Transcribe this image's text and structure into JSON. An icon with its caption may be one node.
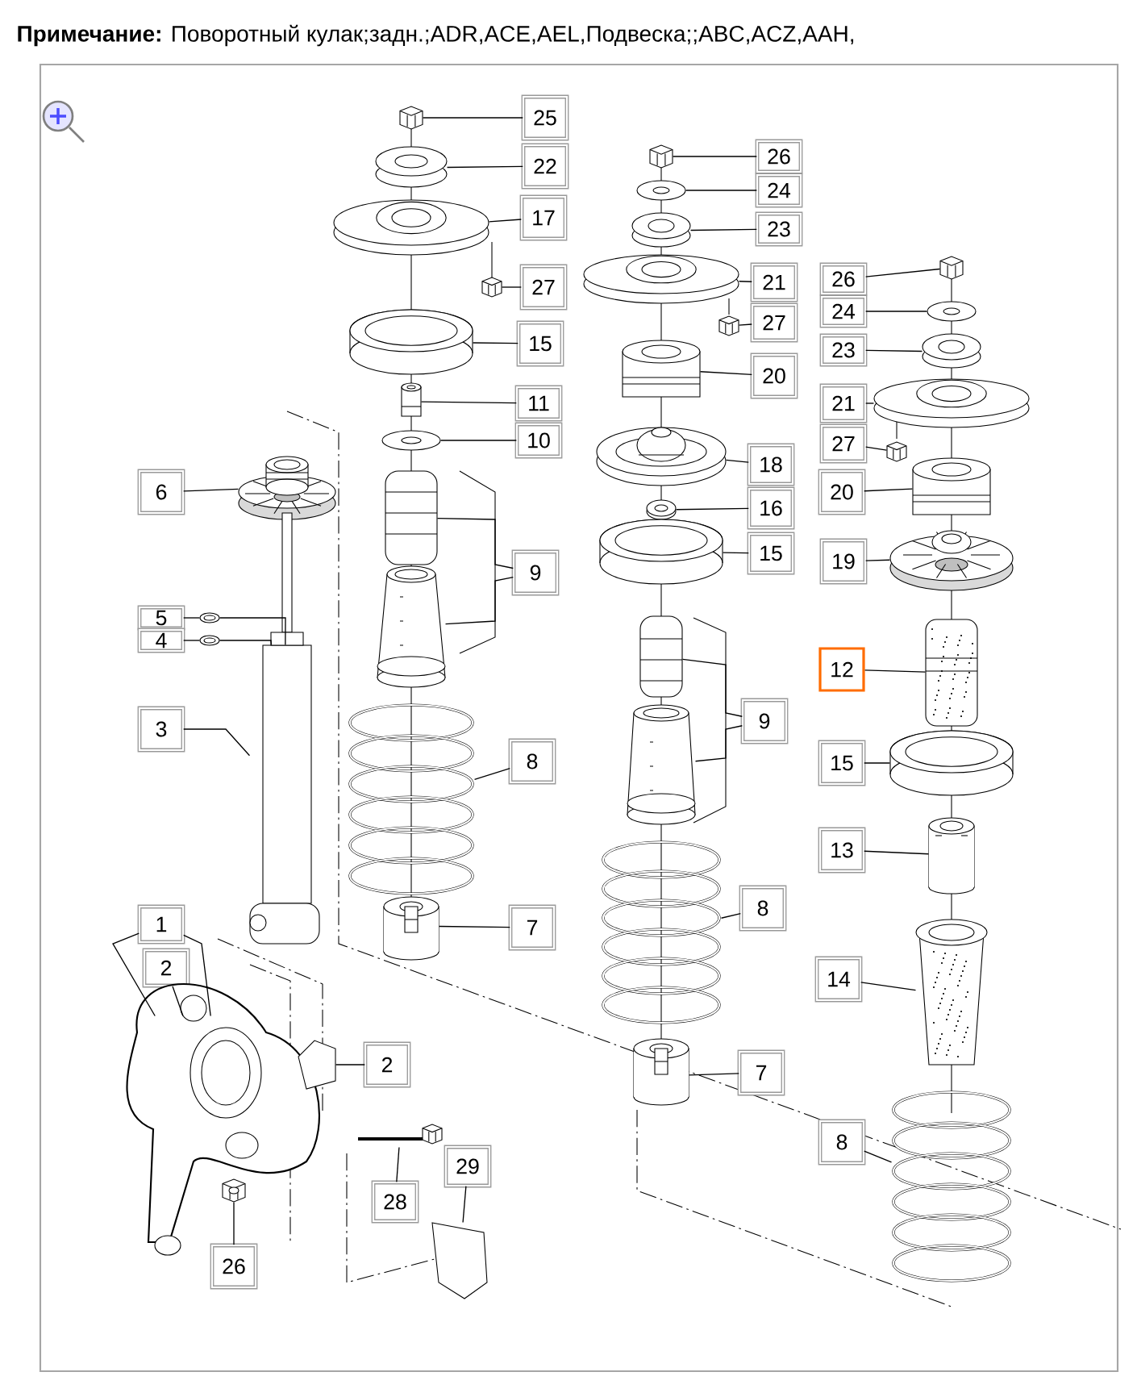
{
  "diagram": {
    "title": "**Примечание:** Поворотный кулак;задн.;ADR,ACE,AEL,Подвеска;;ABC,ACZ,AAH,",
    "nodes": [
      {
        "text": [
          "25"
        ]
      },
      {
        "text": [
          "22"
        ]
      },
      {
        "text": [
          "17"
        ]
      },
      {
        "text": [
          "27"
        ]
      },
      {
        "text": [
          "15"
        ]
      },
      {
        "text": [
          "11"
        ]
      },
      {
        "text": [
          "10"
        ]
      },
      {
        "text": [
          "6"
        ]
      },
      {
        "text": [
          "9"
        ]
      },
      {
        "text": [
          "5"
        ]
      },
      {
        "text": [
          "4"
        ]
      },
      {
        "text": [
          "3"
        ]
      },
      {
        "text": [
          "8"
        ]
      },
      {
        "text": [
          "7"
        ]
      },
      {
        "text": [
          "1"
        ]
      },
      {
        "text": [
          "2"
        ]
      },
      {
        "text": [
          "2"
        ]
      },
      {
        "text": [
          "29"
        ]
      },
      {
        "text": [
          "28"
        ]
      },
      {
        "text": [
          "26"
        ]
      },
      {
        "text": [
          "26"
        ]
      },
      {
        "text": [
          "24"
        ]
      },
      {
        "text": [
          "23"
        ]
      },
      {
        "text": [
          "21"
        ]
      },
      {
        "text": [
          "27"
        ]
      },
      {
        "text": [
          "20"
        ]
      },
      {
        "text": [
          "18"
        ]
      },
      {
        "text": [
          "16"
        ]
      },
      {
        "text": [
          "15"
        ]
      },
      {
        "text": [
          "9"
        ]
      },
      {
        "text": [
          "8"
        ]
      },
      {
        "text": [
          "7"
        ]
      },
      {
        "text": [
          "26"
        ]
      },
      {
        "text": [
          "24"
        ]
      },
      {
        "text": [
          "23"
        ]
      },
      {
        "text": [
          "21"
        ]
      },
      {
        "text": [
          "27"
        ]
      },
      {
        "text": [
          "20"
        ]
      },
      {
        "text": [
          "19"
        ]
      },
      {
        "text": [
          "12"
        ]
      },
      {
        "text": [
          "15"
        ]
      },
      {
        "text": [
          "13"
        ]
      },
      {
        "text": [
          "14"
        ]
      },
      {
        "text": [
          "8"
        ]
      },
      {
        "text": [],
        "shape": "picture"
      },
      {
        "text": [],
        "shape": "picture"
      },
      {
        "text": [],
        "shape": "picture"
      },
      {
        "text": [],
        "shape": "picture"
      },
      {
        "text": [],
        "shape": "picture"
      },
      {
        "text": [],
        "shape": "picture"
      },
      {
        "text": [],
        "shape": "picture"
      },
      {
        "text": [],
        "shape": "picture"
      },
      {
        "text": [],
        "shape": "picture"
      },
      {
        "text": [],
        "shape": "picture"
      },
      {
        "text": [],
        "shape": "picture"
      },
      {
        "text": [],
        "shape": "picture"
      },
      {
        "text": [],
        "shape": "picture"
      },
      {
        "text": [],
        "shape": "picture"
      },
      {
        "text": [],
        "shape": "picture"
      },
      {
        "text": [],
        "shape": "picture"
      },
      {
        "text": [],
        "shape": "picture"
      },
      {
        "text": [],
        "shape": "picture"
      },
      {
        "text": [],
        "shape": "picture"
      },
      {
        "text": [],
        "shape": "picture"
      },
      {
        "text": [],
        "shape": "picture"
      },
      {
        "text": [],
        "shape": "picture"
      },
      {
        "text": [],
        "shape": "picture"
      },
      {
        "text": [],
        "shape": "picture"
      },
      {
        "text": [],
        "shape": "picture"
      },
      {
        "text": [],
        "shape": "picture"
      },
      {
        "text": [],
        "shape": "picture"
      },
      {
        "text": [],
        "shape": "picture"
      },
      {
        "text": [],
        "shape": "picture"
      },
      {
        "text": [],
        "shape": "picture"
      },
      {
        "text": [],
        "shape": "picture"
      },
      {
        "text": [],
        "shape": "picture"
      },
      {
        "text": [],
        "shape": "picture"
      },
      {
        "text": [],
        "shape": "picture"
      },
      {
        "text": [],
        "shape": "picture"
      },
      {
        "text": [],
        "shape": "picture"
      },
      {
        "text": [],
        "shape": "picture"
      },
      {
        "text": [],
        "shape": "picture"
      },
      {
        "text": [],
        "shape": "picture"
      },
      {
        "text": [],
        "shape": "picture"
      },
      {
        "text": [],
        "shape": "picture"
      },
      {
        "text": [],
        "shape": "picture"
      },
      {
        "text": [],
        "shape": "picture"
      },
      {
        "text": [],
        "shape": "picture"
      },
      {
        "text": [],
        "shape": "picture"
      }
    ],
    "edges": [
      {
        "from": 0,
        "to": 44,
        "arrow": "none"
      },
      {
        "from": 1,
        "to": 45,
        "arrow": "none"
      },
      {
        "from": 2,
        "to": 46,
        "arrow": "none"
      },
      {
        "from": 3,
        "to": 47,
        "arrow": "none"
      },
      {
        "from": 4,
        "to": 48,
        "arrow": "none"
      },
      {
        "from": 5,
        "to": 49,
        "arrow": "none"
      },
      {
        "from": 6,
        "to": 50,
        "arrow": "none"
      },
      {
        "from": 7,
        "to": 51,
        "arrow": "none"
      },
      {
        "from": 8,
        "to": 52,
        "arrow": "none"
      },
      {
        "from": 8,
        "to": 53,
        "arrow": "none"
      },
      {
        "from": 9,
        "to": 54,
        "arrow": "none"
      },
      {
        "from": 10,
        "to": 55,
        "arrow": "none"
      },
      {
        "from": 11,
        "to": 56,
        "arrow": "none"
      },
      {
        "from": 12,
        "to": 57,
        "arrow": "none"
      },
      {
        "from": 13,
        "to": 58,
        "arrow": "none"
      },
      {
        "from": 14,
        "to": 59,
        "arrow": "none"
      },
      {
        "from": 14,
        "to": 59,
        "arrow": "none"
      },
      {
        "from": 15,
        "to": 59,
        "arrow": "none"
      },
      {
        "from": 16,
        "to": 60,
        "arrow": "none"
      },
      {
        "from": 17,
        "to": 61,
        "arrow": "none"
      },
      {
        "from": 18,
        "to": 62,
        "arrow": "none"
      },
      {
        "from": 19,
        "to": 63,
        "arrow": "none"
      },
      {
        "from": 20,
        "to": 64,
        "arrow": "none"
      },
      {
        "from": 21,
        "to": 65,
        "arrow": "none"
      },
      {
        "from": 22,
        "to": 66,
        "arrow": "none"
      },
      {
        "from": 23,
        "to": 67,
        "arrow": "none"
      },
      {
        "from": 24,
        "to": 68,
        "arrow": "none"
      },
      {
        "from": 25,
        "to": 69,
        "arrow": "none"
      },
      {
        "from": 26,
        "to": 70,
        "arrow": "none"
      },
      {
        "from": 27,
        "to": 71,
        "arrow": "none"
      },
      {
        "from": 28,
        "to": 72,
        "arrow": "none"
      },
      {
        "from": 29,
        "to": 73,
        "arrow": "none"
      },
      {
        "from": 29,
        "to": 74,
        "arrow": "none"
      },
      {
        "from": 30,
        "to": 75,
        "arrow": "none"
      },
      {
        "from": 31,
        "to": 76,
        "arrow": "none"
      },
      {
        "from": 32,
        "to": 77,
        "arrow": "none"
      },
      {
        "from": 33,
        "to": 78,
        "arrow": "none"
      },
      {
        "from": 34,
        "to": 79,
        "arrow": "none"
      },
      {
        "from": 35,
        "to": 80,
        "arrow": "none"
      },
      {
        "from": 36,
        "to": 81,
        "arrow": "none"
      },
      {
        "from": 37,
        "to": 82,
        "arrow": "none"
      },
      {
        "from": 38,
        "to": 83,
        "arrow": "none"
      },
      {
        "from": 39,
        "to": 84,
        "arrow": "none"
      },
      {
        "from": 40,
        "to": 85,
        "arrow": "none"
      },
      {
        "from": 41,
        "to": 86,
        "arrow": "none"
      },
      {
        "from": 42,
        "to": 87,
        "arrow": "none"
      },
      {
        "from": 43,
        "to": 88,
        "arrow": "none"
      },
      {
        "from": 54,
        "to": 56,
        "arrow": "none"
      },
      {
        "from": 55,
        "to": 56,
        "arrow": "none"
      }
    ]
  }
}
